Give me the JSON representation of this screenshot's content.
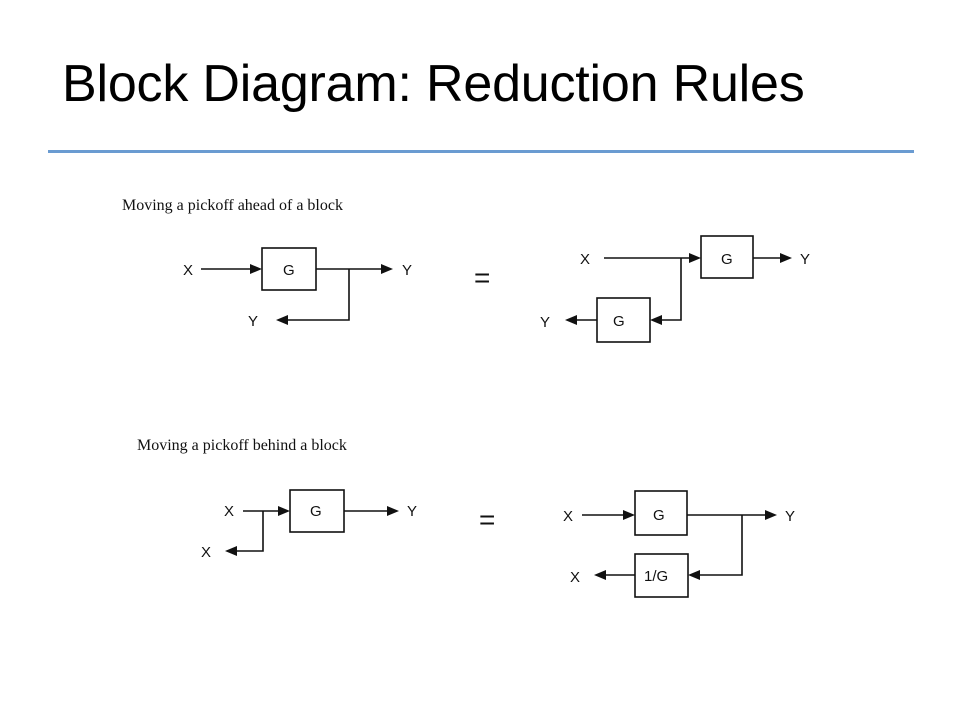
{
  "slide": {
    "title": "Block Diagram: Reduction Rules"
  },
  "rule_ahead": {
    "caption": "Moving a pickoff ahead of a block",
    "left": {
      "input_label": "X",
      "block_label": "G",
      "output_label": "Y",
      "pickoff_label": "Y"
    },
    "equals": "=",
    "right": {
      "input_label": "X",
      "block_label": "G",
      "output_label": "Y",
      "pickoff_block_label": "G",
      "pickoff_label": "Y"
    }
  },
  "rule_behind": {
    "caption": "Moving a pickoff behind a block",
    "left": {
      "input_label": "X",
      "block_label": "G",
      "output_label": "Y",
      "pickoff_label": "X"
    },
    "equals": "=",
    "right": {
      "input_label": "X",
      "block_label": "G",
      "output_label": "Y",
      "pickoff_block_label": "1/G",
      "pickoff_label": "X"
    }
  },
  "colors": {
    "title_rule": "#6a9bd1",
    "line": "#111111"
  }
}
